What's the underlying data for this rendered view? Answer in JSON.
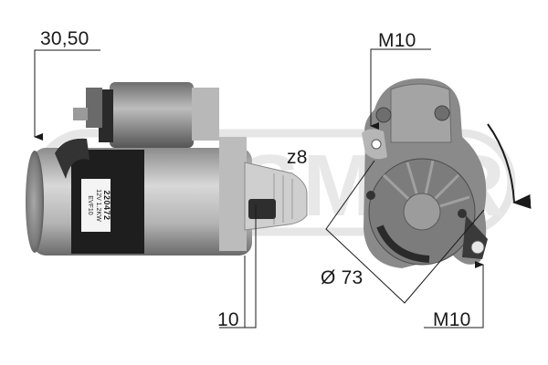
{
  "product": {
    "type": "starter-motor",
    "label_sticker": {
      "part_number": "220472",
      "spec": "12V 1.2KW",
      "code": "EVF10"
    },
    "watermark": "MESSMER"
  },
  "dimensions": {
    "terminal": "30,50",
    "mount_top": "M10",
    "teeth": "z8",
    "diameter": "Ø 73",
    "pinion_offset": "10",
    "mount_bottom": "M10"
  },
  "colors": {
    "background": "#ffffff",
    "annotation": "#1a1a1a",
    "watermark": "#e2e2e2",
    "metal_light": "#c8c8c8",
    "metal_dark": "#5a5a5a",
    "band": "#1e1e1e"
  },
  "rotation_direction": "clockwise"
}
